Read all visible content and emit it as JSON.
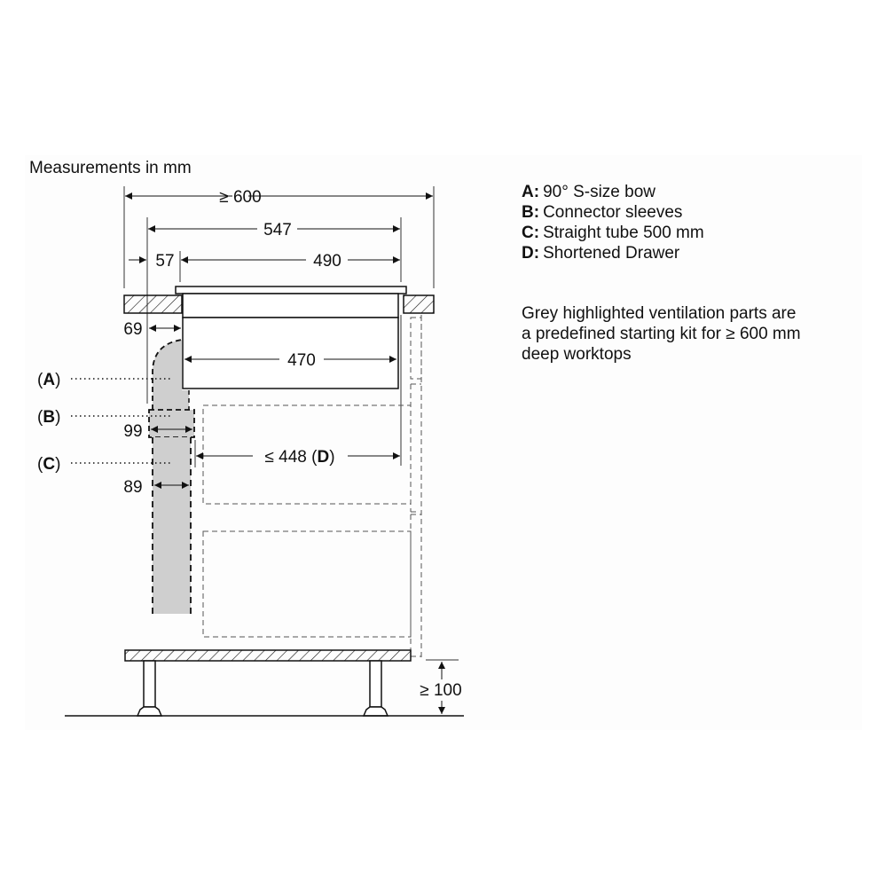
{
  "diagram": {
    "title": "Measurements in mm",
    "dimensions": {
      "overall_depth": "≥ 600",
      "cutout_span": "547",
      "front_offset": "57",
      "cutout_depth": "490",
      "unit_depth": "470",
      "rear_gap": "69",
      "sleeve_width": "99",
      "tube_width": "89",
      "drawer_depth_prefix": "≤ 448 (",
      "drawer_depth_letter": "D",
      "drawer_depth_suffix": ")",
      "plinth_height": "≥ 100"
    },
    "callouts": [
      {
        "open": "(",
        "letter": "A",
        "close": ")"
      },
      {
        "open": "(",
        "letter": "B",
        "close": ")"
      },
      {
        "open": "(",
        "letter": "C",
        "close": ")"
      }
    ],
    "legend": [
      {
        "key": "A:",
        "text": "90° S-size bow"
      },
      {
        "key": "B:",
        "text": "Connector sleeves"
      },
      {
        "key": "C:",
        "text": "Straight tube 500 mm"
      },
      {
        "key": "D:",
        "text": "Shortened Drawer"
      }
    ],
    "note_lines": [
      "Grey highlighted ventilation parts are",
      "a predefined starting kit for ≥ 600 mm",
      "deep worktops"
    ],
    "colors": {
      "line": "#111111",
      "duct_fill": "#cfcfcf",
      "dashed": "#555555",
      "panel": "#fdfdfd"
    }
  }
}
